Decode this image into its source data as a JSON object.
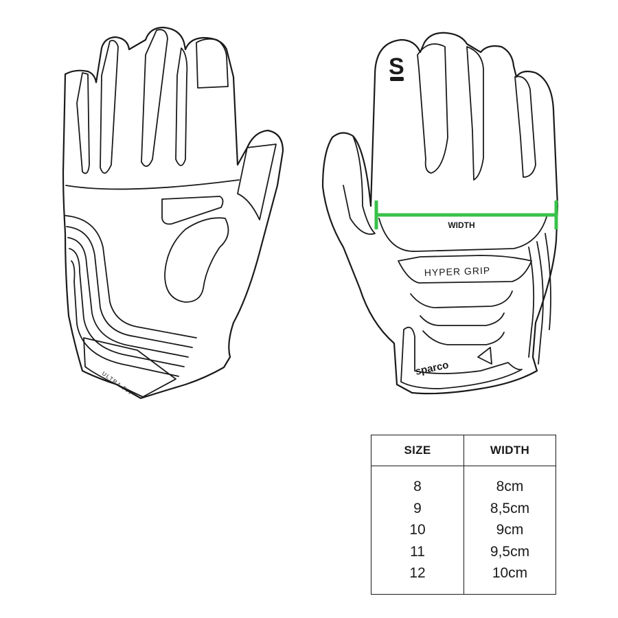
{
  "diagram": {
    "measure_label": "WIDTH",
    "palm_branding": "HYPER GRIP",
    "wrist_branding": "sparco",
    "cuff_branding": "ULTRA FIT",
    "logo_letter": "S"
  },
  "colors": {
    "measure_line": "#38c24a",
    "outline": "#1a1a1a"
  },
  "size_table": {
    "headers": {
      "size": "SIZE",
      "width": "WIDTH"
    },
    "rows": [
      {
        "size": "8",
        "width": "8cm"
      },
      {
        "size": "9",
        "width": "8,5cm"
      },
      {
        "size": "10",
        "width": "9cm"
      },
      {
        "size": "11",
        "width": "9,5cm"
      },
      {
        "size": "12",
        "width": "10cm"
      }
    ]
  }
}
